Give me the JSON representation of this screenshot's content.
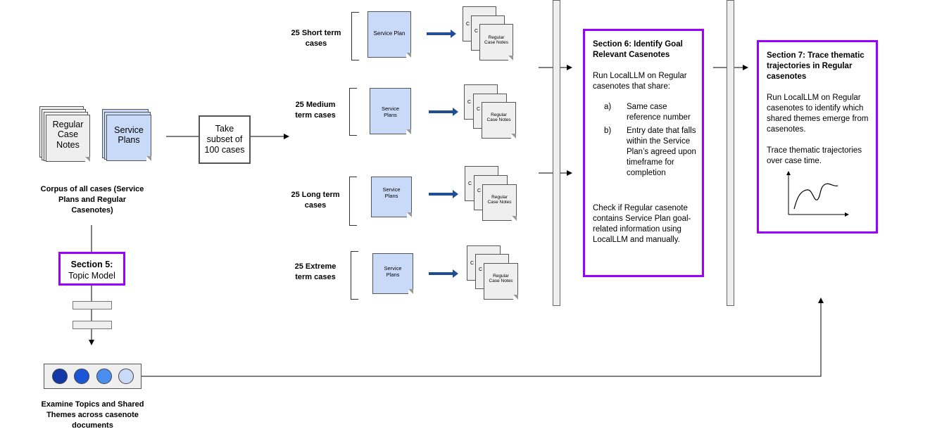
{
  "corpus": {
    "case_notes_label": "Regular\nCase\nNotes",
    "service_plans_label": "Service\nPlans",
    "caption": "Corpus of all cases (Service Plans and Regular Casenotes)"
  },
  "subset_box": "Take subset of 100 cases",
  "groups": [
    {
      "label": "25 Short term cases",
      "plan_label": "Service Plan",
      "notes_back": "C",
      "notes_front": "Regular\nCase Notes"
    },
    {
      "label": "25 Medium term cases",
      "plan_label": "Service\nPlans",
      "notes_back": "C",
      "notes_front": "Regular\nCase Notes"
    },
    {
      "label": "25 Long term cases",
      "plan_label": "Service\nPlans",
      "notes_back": "C",
      "notes_front": "Regular\nCase Notes"
    },
    {
      "label": "25 Extreme term cases",
      "plan_label": "Service\nPlans",
      "notes_back": "C",
      "notes_front": "Regular\nCase Notes"
    }
  ],
  "section5": {
    "title": "Section 5:",
    "subtitle": "Topic Model"
  },
  "topics_caption": "Examine Topics and Shared Themes across casenote documents",
  "topic_circle_colors": [
    "#1237a6",
    "#1a57d6",
    "#4a8ff0",
    "#c9daf8"
  ],
  "section6": {
    "title": "Section 6: Identify Goal Relevant Casenotes",
    "intro": "Run LocalLLM on Regular casenotes that share:",
    "items": [
      {
        "marker": "a)",
        "text": "Same case reference number"
      },
      {
        "marker": "b)",
        "text": "Entry date that falls within the Service Plan’s agreed upon timeframe for completion"
      }
    ],
    "check": "Check if Regular casenote contains Service Plan goal-related information using LocalLLM and manually."
  },
  "section7": {
    "title": "Section 7: Trace thematic trajectories in Regular casenotes",
    "para1": "Run LocalLLM on Regular casenotes to identify which shared themes emerge from casenotes.",
    "para2": "Trace thematic trajectories over case time."
  },
  "colors": {
    "accent": "#9900ff",
    "arrow_blue": "#1f4e96",
    "doc_blue": "#c9daf8",
    "doc_gray": "#efefef"
  }
}
